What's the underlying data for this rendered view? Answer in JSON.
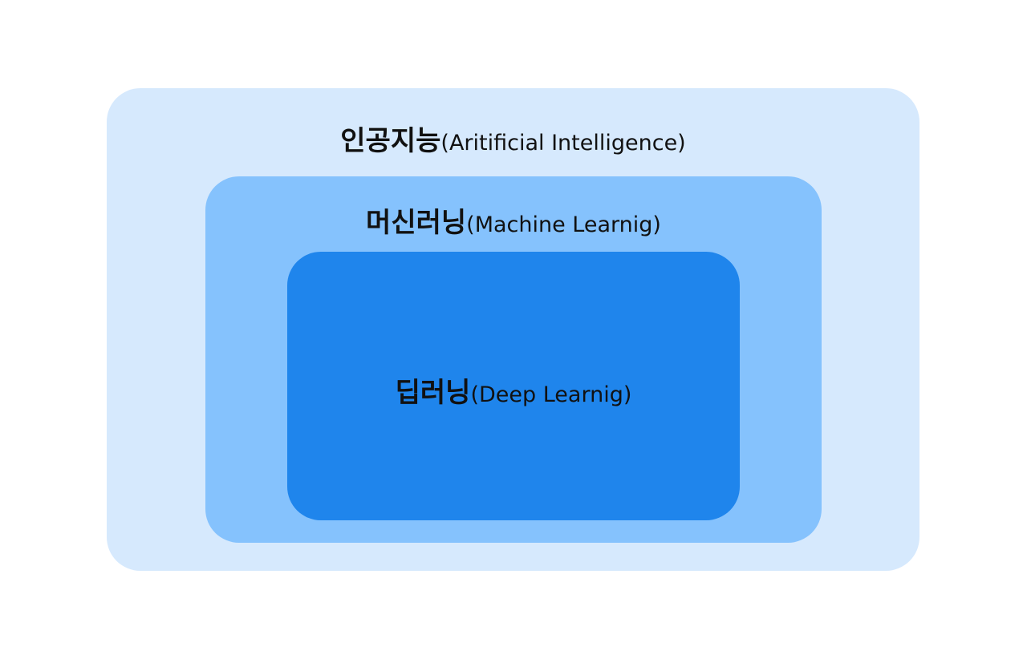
{
  "diagram": {
    "layers": [
      {
        "id": "ai",
        "label_ko": "인공지능",
        "label_en": "(Aritificial Intelligence)",
        "color": "#d6e9fd"
      },
      {
        "id": "ml",
        "label_ko": "머신러닝",
        "label_en": "(Machine Learnig)",
        "color": "#85c2fd"
      },
      {
        "id": "dl",
        "label_ko": "딥러닝",
        "label_en": "(Deep Learnig)",
        "color": "#1f85ec"
      }
    ]
  }
}
